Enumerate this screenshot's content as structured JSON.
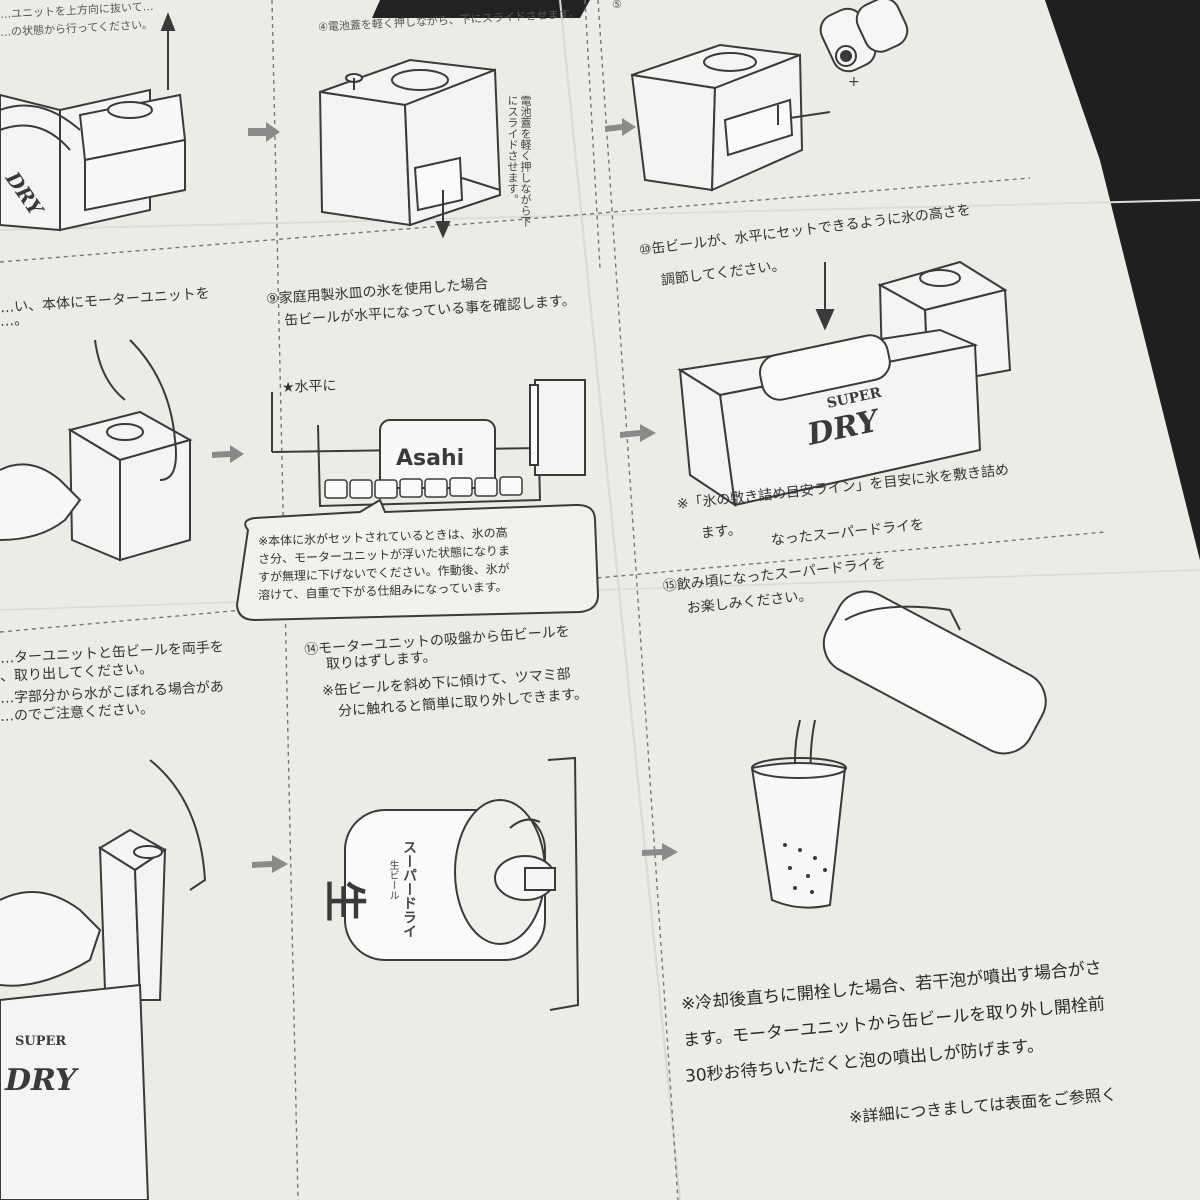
{
  "steps": {
    "s3_top": "…ユニットを上方向に抜いて…",
    "s3_top2": "…の状態から行ってください。",
    "s4": "④電池蓋を軽く押しながら、下にスライドさせます。",
    "s4_note": "電池蓋を軽く押しながら下にスライドさせます。",
    "s5": "⑤",
    "s8": "…い、本体にモーターユニットを",
    "s8b": "…。",
    "s9a": "⑨家庭用製氷皿の氷を使用した場合",
    "s9b": "缶ビールが水平になっている事を確認します。",
    "s10a": "⑩缶ビールが、水平にセットできるように氷の高さを",
    "s10b": "調節してください。",
    "level_label": "★水平に",
    "note_bubble": [
      "※本体に氷がセットされているときは、氷の高",
      "さ分、モーターユニットが浮いた状態になりま",
      "すが無理に下げないでください。作動後、氷が",
      "溶けて、自重で下がる仕組みになっています。"
    ],
    "ice_line_1": "※「氷の敷き詰め目安ライン」を目安に氷を敷き詰め",
    "ice_line_2": "ます。",
    "s13": [
      "…ターユニットと缶ビールを両手を",
      "、取り出してください。",
      "…字部分から水がこぼれる場合があ",
      "…のでご注意ください。"
    ],
    "s14": [
      "⑭モーターユニットの吸盤から缶ビールを",
      "取りはずします。",
      "※缶ビールを斜め下に傾けて、ツマミ部",
      "分に触れると簡単に取り外しできます。"
    ],
    "s15a": "なったスーパードライを",
    "s15b": "⑮飲み頃になったスーパードライを",
    "s15c": "お楽しみください。",
    "footer_note": [
      "※冷却後直ちに開栓した場合、若干泡が噴出す場合がさ",
      "ます。モーターユニットから缶ビールを取り外し開栓前",
      "30秒お待ちいただくと泡の噴出しが防げます。"
    ],
    "footer_ref": "※詳細につきましては表面をご参照く"
  },
  "brand": {
    "super": "SUPER",
    "dry": "DRY",
    "can_brand": "Asahi",
    "can_jp": "スーパードライ",
    "can_kanji": "生",
    "can_label": "生ビール"
  },
  "battery": {
    "plus": "+"
  },
  "colors": {
    "paper": "#ebebe8",
    "ink": "#3a3a3a",
    "arrow": "#8a8a8a",
    "dash": "#777777",
    "background": "#2a2a2a"
  }
}
